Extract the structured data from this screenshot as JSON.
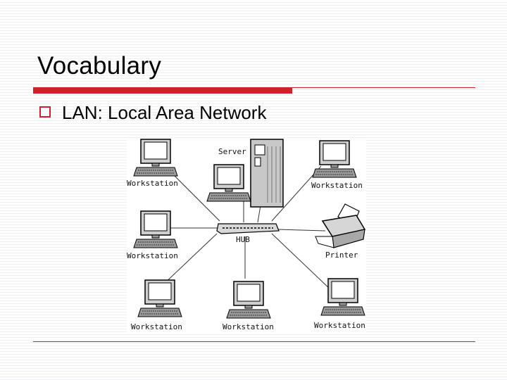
{
  "slide": {
    "title": "Vocabulary",
    "bullet": "LAN: Local Area Network"
  },
  "diagram": {
    "labels": {
      "server": "Server",
      "hub": "HUB",
      "printer": "Printer",
      "ws_top_left": "Workstation",
      "ws_top_right": "Workstation",
      "ws_mid_left": "Workstation",
      "ws_bot_left": "Workstation",
      "ws_bot_mid": "Workstation",
      "ws_bot_right": "Workstation"
    }
  },
  "colors": {
    "accent": "#d0202a",
    "stripe": "#eef0f3",
    "device_gray": "#c8c8c8",
    "screen": "#ffffff"
  }
}
